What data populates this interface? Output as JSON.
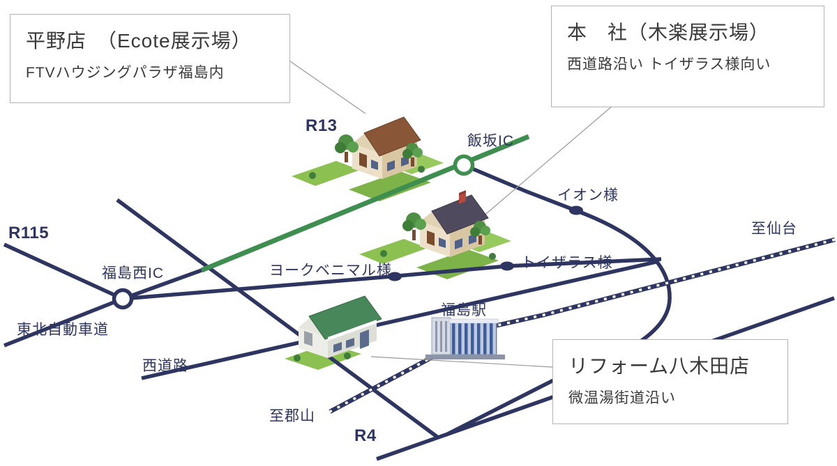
{
  "callouts": {
    "hirano": {
      "title": "平野店　（Ecote展示場）",
      "subtitle": "FTVハウジングパラザ福島内"
    },
    "head_office": {
      "title": "本　社（木楽展示場）",
      "subtitle": "西道路沿い トイザラス様向い"
    },
    "reform_yagita": {
      "title": "リフォーム八木田店",
      "subtitle": "微温湯街道沿い"
    }
  },
  "roads": {
    "r13": "R13",
    "r115": "R115",
    "r4": "R4",
    "iizaka_ic": "飯坂IC",
    "fukushima_nishi_ic": "福島西IC",
    "tohoku_expressway": "東北自動車道",
    "nishi_doro": "西道路"
  },
  "destinations": {
    "to_sendai": "至仙台",
    "to_koriyama": "至郡山"
  },
  "landmarks": {
    "aeon": "イオン様",
    "toysrus": "トイザラス様",
    "york_benimaru": "ヨークベニマル様",
    "fukushima_station": "福島駅"
  },
  "colors": {
    "road_navy": "#2e3561",
    "route13_green": "#3e8e50",
    "map_text": "#2e3561",
    "callout_text": "#3a3a3a",
    "callout_border": "#b3b3b3"
  }
}
